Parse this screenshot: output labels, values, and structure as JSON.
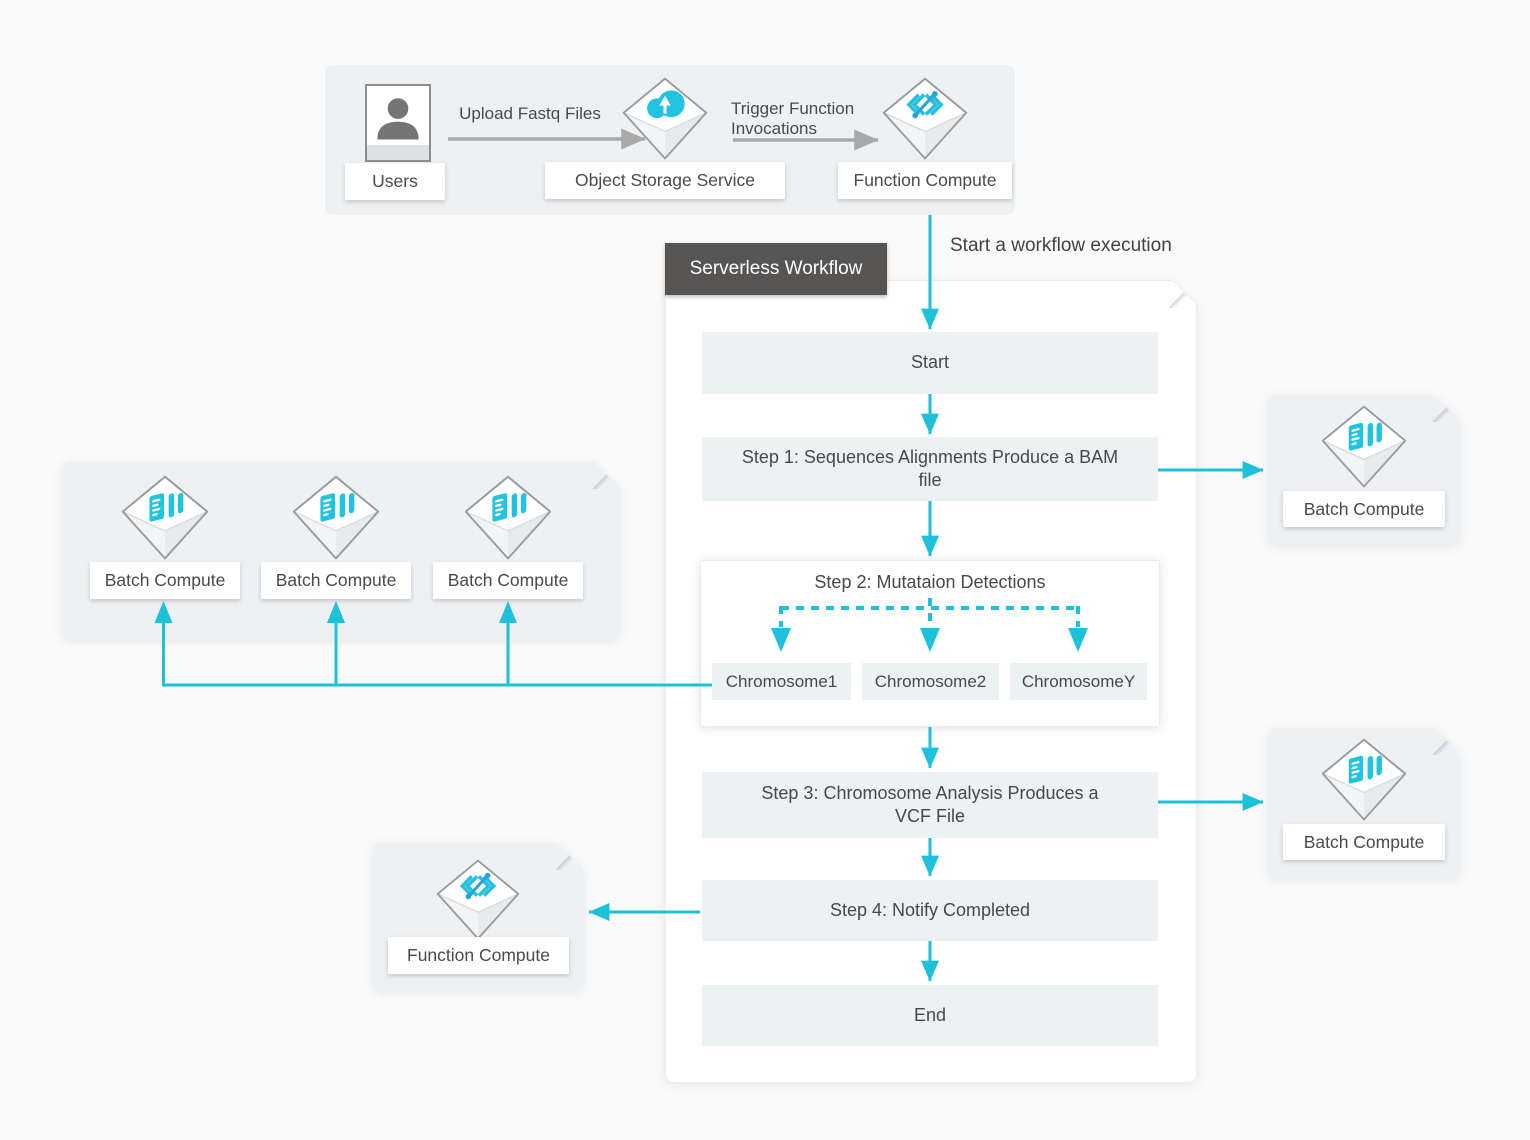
{
  "colors": {
    "accent": "#1fc0d9",
    "icon_cyan": "#20c4e0",
    "group_fill": "#edf1f4",
    "step_fill": "#ecf2f4",
    "dark_label_bg": "#575454",
    "text": "#454545",
    "gray_arrow": "#a9a9a9",
    "page_bg": "#fafafa"
  },
  "top_flow": {
    "nodes": [
      {
        "label": "Users",
        "icon": "user-icon"
      },
      {
        "label": "Object Storage Service",
        "icon": "oss-icon"
      },
      {
        "label": "Function Compute",
        "icon": "function-compute-icon"
      }
    ],
    "edges": [
      {
        "label": "Upload Fastq Files"
      },
      {
        "label": "Trigger Function Invocations"
      }
    ]
  },
  "workflow": {
    "title": "Serverless Workflow",
    "start_edge_label": "Start a workflow execution",
    "steps": [
      {
        "label": "Start"
      },
      {
        "label": "Step 1: Sequences Alignments Produce a BAM file"
      },
      {
        "label": "Step 2: Mutataion Detections",
        "children": [
          "Chromosome1",
          "Chromosome2",
          "ChromosomeY"
        ]
      },
      {
        "label": "Step 3: Chromosome Analysis Produces a VCF File"
      },
      {
        "label": "Step 4: Notify Completed"
      },
      {
        "label": "End"
      }
    ]
  },
  "left_group": {
    "items": [
      {
        "label": "Batch Compute",
        "icon": "batch-compute-icon"
      },
      {
        "label": "Batch Compute",
        "icon": "batch-compute-icon"
      },
      {
        "label": "Batch Compute",
        "icon": "batch-compute-icon"
      }
    ]
  },
  "right_nodes": [
    {
      "label": "Batch Compute",
      "icon": "batch-compute-icon"
    },
    {
      "label": "Batch Compute",
      "icon": "batch-compute-icon"
    }
  ],
  "bottom_left_node": {
    "label": "Function Compute",
    "icon": "function-compute-icon"
  }
}
